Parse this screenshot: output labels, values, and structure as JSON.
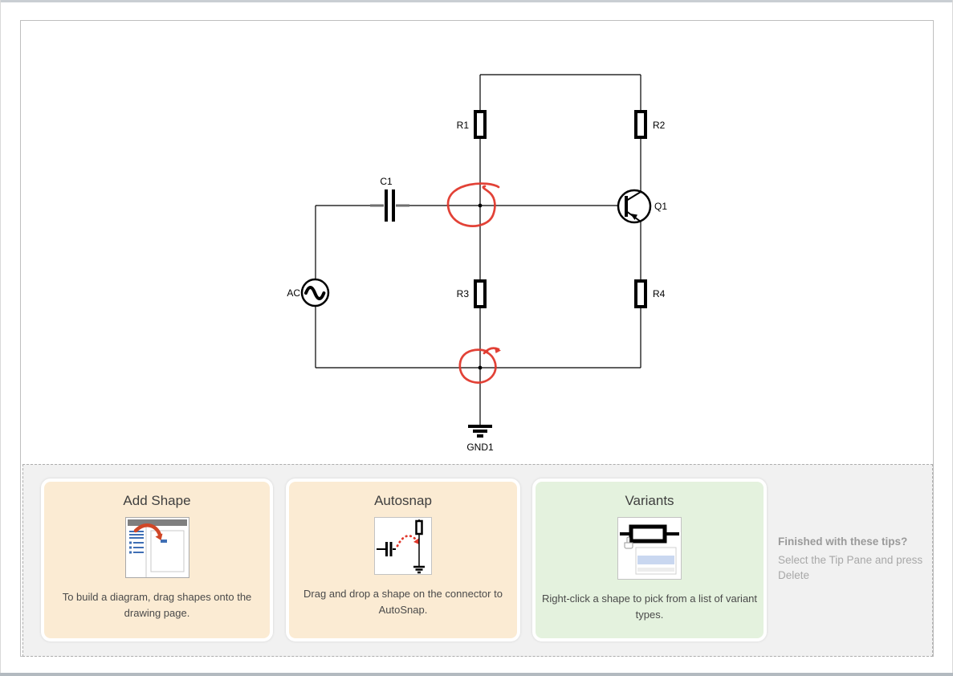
{
  "diagram": {
    "labels": {
      "r1": "R1",
      "r2": "R2",
      "r3": "R3",
      "r4": "R4",
      "c1": "C1",
      "q1": "Q1",
      "ac": "AC",
      "gnd1": "GND1"
    },
    "ink_color": "#e0382c",
    "wire_color": "#000000"
  },
  "tips_panel": {
    "cards": [
      {
        "title": "Add Shape",
        "body": "To build a diagram, drag shapes onto the drawing page.",
        "bg": "#fbebd3",
        "icon": "add-shape-icon"
      },
      {
        "title": "Autosnap",
        "body": "Drag and drop a shape on the connector to AutoSnap.",
        "bg": "#fbebd3",
        "icon": "autosnap-icon"
      },
      {
        "title": "Variants",
        "body": "Right-click a shape to pick from a list of variant types.",
        "bg": "#e4f2de",
        "icon": "variants-icon"
      }
    ],
    "footer": {
      "heading": "Finished with these tips?",
      "body": "Select the Tip Pane and press Delete"
    },
    "panel_bg": "#f1f1f1",
    "highlight_blue": "#c9d7f0",
    "arrow_orange": "#d04727"
  }
}
